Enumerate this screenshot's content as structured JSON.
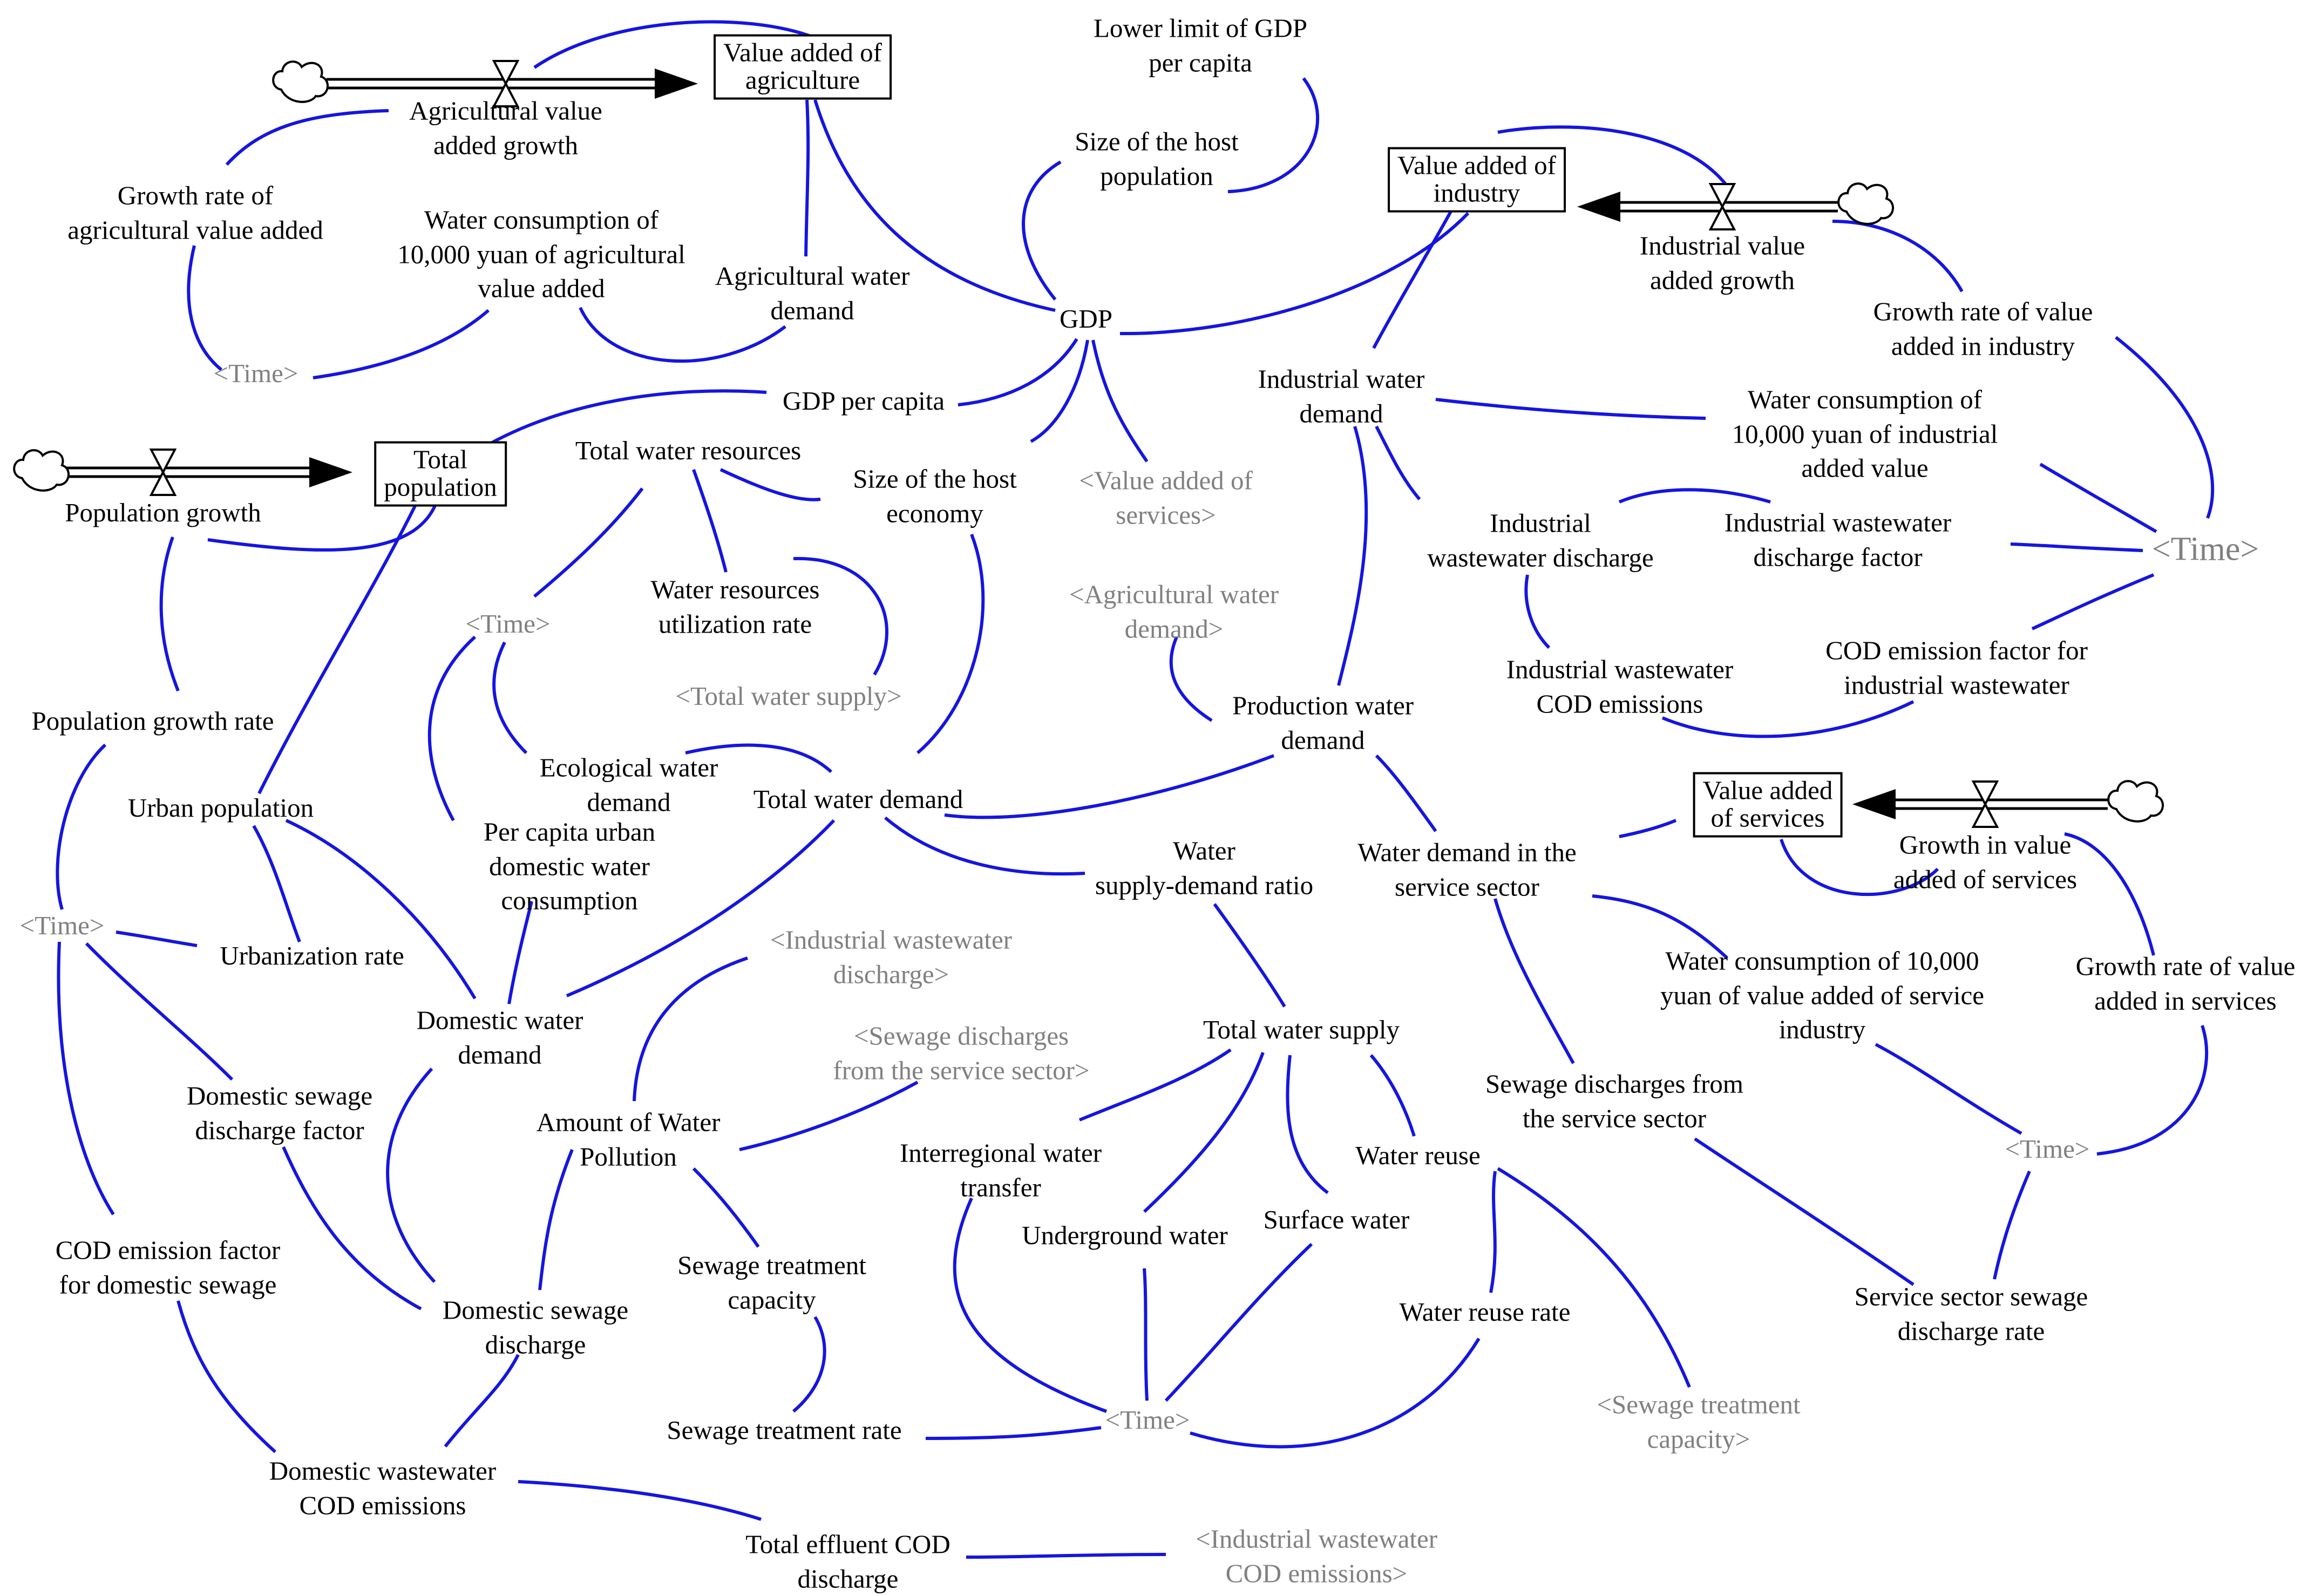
{
  "diagram": {
    "type": "stock-and-flow",
    "colors": {
      "link": "#1515e0",
      "shadow_text": "#808080",
      "text": "#000000",
      "flow": "#000000"
    },
    "stocks": [
      {
        "id": "stock_agri",
        "label": "Value added of\nagriculture"
      },
      {
        "id": "stock_pop",
        "label": "Total\npopulation"
      },
      {
        "id": "stock_ind",
        "label": "Value added of\nindustry"
      },
      {
        "id": "stock_svc",
        "label": "Value added\nof services"
      }
    ],
    "flows": [
      {
        "id": "flow_agri",
        "label": "Agricultural value\nadded growth"
      },
      {
        "id": "flow_pop",
        "label": "Population growth"
      },
      {
        "id": "flow_ind",
        "label": "Industrial value\nadded growth"
      },
      {
        "id": "flow_svc",
        "label": "Growth in value\nadded of services"
      }
    ],
    "variables": [
      {
        "id": "lower_limit_gdp",
        "label": "Lower limit of GDP\nper capita"
      },
      {
        "id": "size_host_pop",
        "label": "Size of the host\npopulation"
      },
      {
        "id": "growth_rate_agri",
        "label": "Growth rate of\nagricultural value added"
      },
      {
        "id": "water_cons_agri",
        "label": "Water consumption of\n10,000 yuan of agricultural\nvalue added"
      },
      {
        "id": "agri_water_demand",
        "label": "Agricultural water\ndemand"
      },
      {
        "id": "gdp",
        "label": "GDP"
      },
      {
        "id": "gdp_per_capita",
        "label": "GDP per capita"
      },
      {
        "id": "total_water_resources",
        "label": "Total water resources"
      },
      {
        "id": "size_host_economy",
        "label": "Size of the host\neconomy"
      },
      {
        "id": "water_res_util",
        "label": "Water resources\nutilization rate"
      },
      {
        "id": "pop_growth_rate",
        "label": "Population growth rate"
      },
      {
        "id": "urban_pop",
        "label": "Urban population"
      },
      {
        "id": "urbanization_rate",
        "label": "Urbanization rate"
      },
      {
        "id": "ecological_water",
        "label": "Ecological water\ndemand"
      },
      {
        "id": "per_capita_urban",
        "label": "Per capita urban\ndomestic water\nconsumption"
      },
      {
        "id": "total_water_demand",
        "label": "Total water demand"
      },
      {
        "id": "domestic_water_demand",
        "label": "Domestic water\ndemand"
      },
      {
        "id": "domestic_sewage_factor",
        "label": "Domestic sewage\ndischarge factor"
      },
      {
        "id": "cod_factor_domestic",
        "label": "COD emission factor\nfor domestic sewage"
      },
      {
        "id": "domestic_sewage_discharge",
        "label": "Domestic sewage\ndischarge"
      },
      {
        "id": "domestic_ww_cod",
        "label": "Domestic wastewater\nCOD emissions"
      },
      {
        "id": "total_effluent_cod",
        "label": "Total effluent COD\ndischarge"
      },
      {
        "id": "amount_water_pollution",
        "label": "Amount of Water\nPollution"
      },
      {
        "id": "sewage_treatment_capacity",
        "label": "Sewage treatment\ncapacity"
      },
      {
        "id": "sewage_treatment_rate",
        "label": "Sewage treatment rate"
      },
      {
        "id": "interregional_transfer",
        "label": "Interregional water\ntransfer"
      },
      {
        "id": "underground_water",
        "label": "Underground water"
      },
      {
        "id": "surface_water",
        "label": "Surface water"
      },
      {
        "id": "water_reuse",
        "label": "Water reuse"
      },
      {
        "id": "water_reuse_rate",
        "label": "Water reuse rate"
      },
      {
        "id": "total_water_supply",
        "label": "Total water supply"
      },
      {
        "id": "supply_demand_ratio",
        "label": "Water\nsupply-demand ratio"
      },
      {
        "id": "industrial_water_demand",
        "label": "Industrial water\ndemand"
      },
      {
        "id": "water_cons_ind",
        "label": "Water consumption of\n10,000 yuan of industrial\nadded value"
      },
      {
        "id": "growth_rate_ind",
        "label": "Growth rate of value\nadded in industry"
      },
      {
        "id": "ind_ww_discharge",
        "label": "Industrial\nwastewater discharge"
      },
      {
        "id": "ind_ww_factor",
        "label": "Industrial wastewater\ndischarge factor"
      },
      {
        "id": "ind_ww_cod",
        "label": "Industrial wastewater\nCOD emissions"
      },
      {
        "id": "cod_factor_ind",
        "label": "COD emission factor for\nindustrial wastewater"
      },
      {
        "id": "production_water_demand",
        "label": "Production water\ndemand"
      },
      {
        "id": "water_demand_service",
        "label": "Water demand in the\nservice sector"
      },
      {
        "id": "water_cons_service",
        "label": "Water consumption of 10,000\nyuan of value added of service\nindustry"
      },
      {
        "id": "growth_rate_services",
        "label": "Growth rate of value\nadded in services"
      },
      {
        "id": "sewage_service",
        "label": "Sewage discharges from\nthe service sector"
      },
      {
        "id": "service_sewage_rate",
        "label": "Service sector sewage\ndischarge rate"
      }
    ],
    "shadow_variables": [
      {
        "id": "time_agri",
        "label": "<Time>"
      },
      {
        "id": "time_water",
        "label": "<Time>"
      },
      {
        "id": "time_pop",
        "label": "<Time>"
      },
      {
        "id": "time_supply",
        "label": "<Time>"
      },
      {
        "id": "time_services",
        "label": "<Time>"
      },
      {
        "id": "time_ind",
        "label": "<Time>"
      },
      {
        "id": "sh_value_services",
        "label": "<Value added of\nservices>"
      },
      {
        "id": "sh_agri_water",
        "label": "<Agricultural water\ndemand>"
      },
      {
        "id": "sh_total_supply",
        "label": "<Total water supply>"
      },
      {
        "id": "sh_ind_ww_discharge",
        "label": "<Industrial wastewater\ndischarge>"
      },
      {
        "id": "sh_sewage_service",
        "label": "<Sewage discharges\nfrom the service sector>"
      },
      {
        "id": "sh_sewage_capacity",
        "label": "<Sewage treatment\ncapacity>"
      },
      {
        "id": "sh_ind_cod",
        "label": "<Industrial wastewater\nCOD emissions>"
      }
    ],
    "links": [
      [
        "stock_agri",
        "flow_agri"
      ],
      [
        "growth_rate_agri",
        "flow_agri"
      ],
      [
        "time_agri",
        "growth_rate_agri"
      ],
      [
        "time_agri",
        "water_cons_agri"
      ],
      [
        "water_cons_agri",
        "agri_water_demand"
      ],
      [
        "stock_agri",
        "agri_water_demand"
      ],
      [
        "stock_agri",
        "gdp"
      ],
      [
        "lower_limit_gdp",
        "size_host_pop"
      ],
      [
        "gdp",
        "size_host_pop"
      ],
      [
        "stock_ind",
        "gdp"
      ],
      [
        "sh_value_services",
        "gdp"
      ],
      [
        "gdp",
        "gdp_per_capita"
      ],
      [
        "gdp",
        "size_host_economy"
      ],
      [
        "stock_pop",
        "gdp_per_capita"
      ],
      [
        "total_water_resources",
        "size_host_economy"
      ],
      [
        "total_water_resources",
        "water_res_util"
      ],
      [
        "sh_total_supply",
        "water_res_util"
      ],
      [
        "time_water",
        "total_water_resources"
      ],
      [
        "time_water",
        "ecological_water"
      ],
      [
        "time_water",
        "per_capita_urban"
      ],
      [
        "stock_pop",
        "flow_pop"
      ],
      [
        "pop_growth_rate",
        "flow_pop"
      ],
      [
        "time_pop",
        "pop_growth_rate"
      ],
      [
        "stock_pop",
        "urban_pop"
      ],
      [
        "urbanization_rate",
        "urban_pop"
      ],
      [
        "time_pop",
        "urbanization_rate"
      ],
      [
        "time_pop",
        "domestic_sewage_factor"
      ],
      [
        "time_pop",
        "cod_factor_domestic"
      ],
      [
        "urban_pop",
        "domestic_water_demand"
      ],
      [
        "per_capita_urban",
        "domestic_water_demand"
      ],
      [
        "domestic_water_demand",
        "total_water_demand"
      ],
      [
        "ecological_water",
        "total_water_demand"
      ],
      [
        "total_water_demand",
        "size_host_economy"
      ],
      [
        "production_water_demand",
        "total_water_demand"
      ],
      [
        "total_water_demand",
        "supply_demand_ratio"
      ],
      [
        "total_water_supply",
        "supply_demand_ratio"
      ],
      [
        "domestic_water_demand",
        "domestic_sewage_discharge"
      ],
      [
        "domestic_sewage_factor",
        "domestic_sewage_discharge"
      ],
      [
        "domestic_sewage_discharge",
        "amount_water_pollution"
      ],
      [
        "domestic_sewage_discharge",
        "domestic_ww_cod"
      ],
      [
        "cod_factor_domestic",
        "domestic_ww_cod"
      ],
      [
        "domestic_ww_cod",
        "total_effluent_cod"
      ],
      [
        "sh_ind_cod",
        "total_effluent_cod"
      ],
      [
        "sh_ind_ww_discharge",
        "amount_water_pollution"
      ],
      [
        "sh_sewage_service",
        "amount_water_pollution"
      ],
      [
        "amount_water_pollution",
        "sewage_treatment_capacity"
      ],
      [
        "sewage_treatment_rate",
        "sewage_treatment_capacity"
      ],
      [
        "time_supply",
        "sewage_treatment_rate"
      ],
      [
        "time_supply",
        "interregional_transfer"
      ],
      [
        "time_supply",
        "underground_water"
      ],
      [
        "time_supply",
        "surface_water"
      ],
      [
        "time_supply",
        "water_reuse_rate"
      ],
      [
        "interregional_transfer",
        "total_water_supply"
      ],
      [
        "underground_water",
        "total_water_supply"
      ],
      [
        "surface_water",
        "total_water_supply"
      ],
      [
        "water_reuse",
        "total_water_supply"
      ],
      [
        "water_reuse_rate",
        "water_reuse"
      ],
      [
        "sh_sewage_capacity",
        "water_reuse"
      ],
      [
        "stock_ind",
        "flow_ind"
      ],
      [
        "growth_rate_ind",
        "flow_ind"
      ],
      [
        "time_ind",
        "growth_rate_ind"
      ],
      [
        "time_ind",
        "water_cons_ind"
      ],
      [
        "time_ind",
        "ind_ww_factor"
      ],
      [
        "time_ind",
        "cod_factor_ind"
      ],
      [
        "stock_ind",
        "industrial_water_demand"
      ],
      [
        "water_cons_ind",
        "industrial_water_demand"
      ],
      [
        "industrial_water_demand",
        "ind_ww_discharge"
      ],
      [
        "ind_ww_factor",
        "ind_ww_discharge"
      ],
      [
        "ind_ww_discharge",
        "ind_ww_cod"
      ],
      [
        "cod_factor_ind",
        "ind_ww_cod"
      ],
      [
        "industrial_water_demand",
        "production_water_demand"
      ],
      [
        "sh_agri_water",
        "production_water_demand"
      ],
      [
        "water_demand_service",
        "production_water_demand"
      ],
      [
        "stock_svc",
        "water_demand_service"
      ],
      [
        "stock_svc",
        "flow_svc"
      ],
      [
        "growth_rate_services",
        "flow_svc"
      ],
      [
        "time_services",
        "growth_rate_services"
      ],
      [
        "water_cons_service",
        "water_demand_service"
      ],
      [
        "time_services",
        "water_cons_service"
      ],
      [
        "water_demand_service",
        "sewage_service"
      ],
      [
        "service_sewage_rate",
        "sewage_service"
      ],
      [
        "time_services",
        "service_sewage_rate"
      ]
    ]
  }
}
